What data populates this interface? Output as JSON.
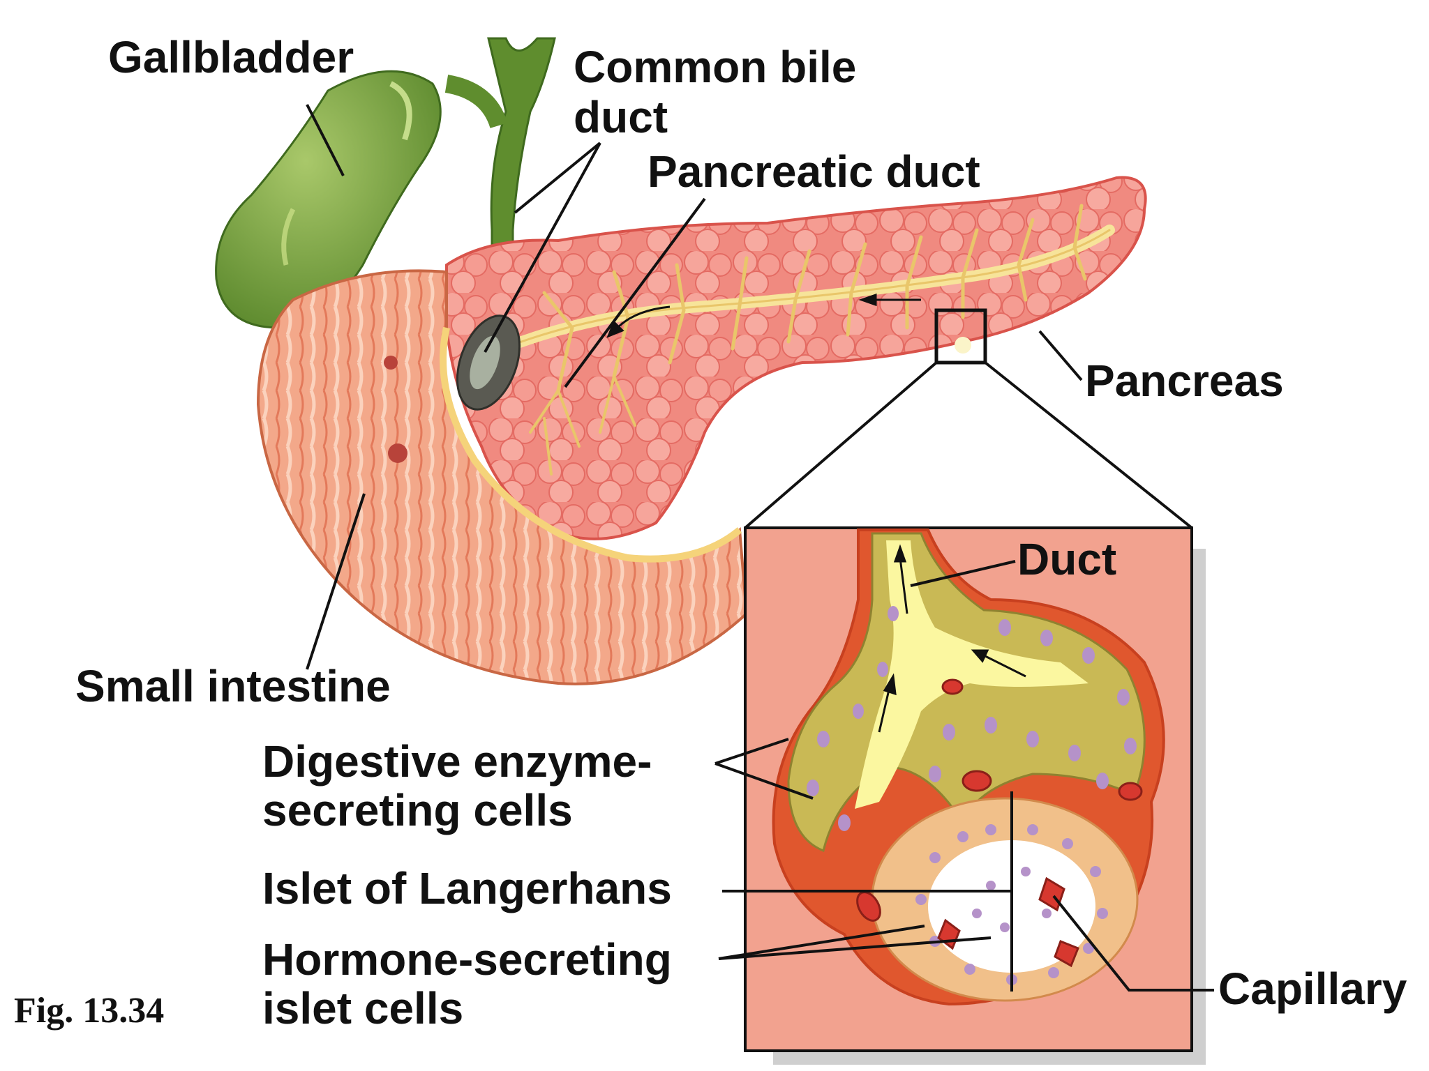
{
  "labels": {
    "gallbladder": "Gallbladder",
    "common_bile_duct_1": "Common bile",
    "common_bile_duct_2": "duct",
    "pancreatic_duct": "Pancreatic duct",
    "pancreas": "Pancreas",
    "small_intestine": "Small intestine",
    "duct": "Duct",
    "digestive_cells_1": "Digestive enzyme-",
    "digestive_cells_2": "secreting cells",
    "islet_of_langerhans": "Islet of Langerhans",
    "hormone_cells_1": "Hormone-secreting",
    "hormone_cells_2": "islet cells",
    "capillary": "Capillary"
  },
  "caption": "Fig. 13.34",
  "colors": {
    "gallbladder": "#6f9a3a",
    "pancreas": "#f08a80",
    "pancreatic_duct": "#f7e49a",
    "intestine": "#f2a184",
    "inset_background": "#f2a28f",
    "acinar_cells": "#c9b955",
    "cell_nucleus": "#b592c9",
    "duct_lumen": "#fbf7a0",
    "capillary": "#d7382f"
  }
}
